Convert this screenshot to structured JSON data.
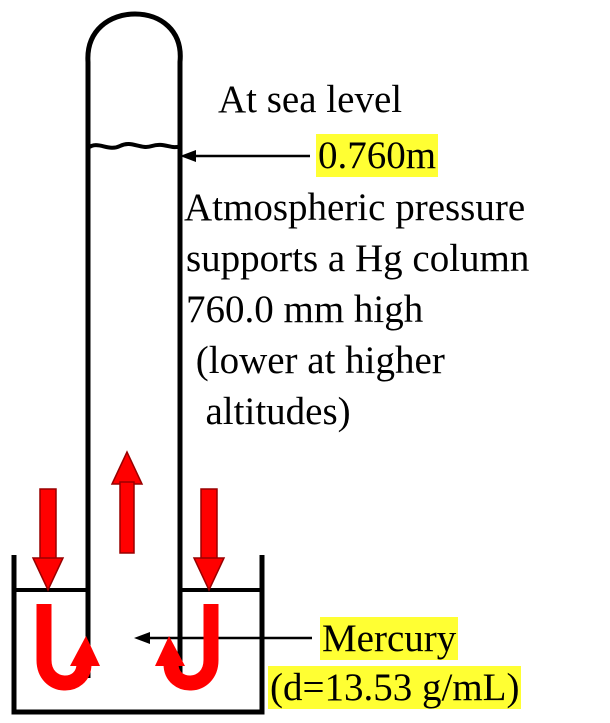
{
  "labels": {
    "sea_level": "At sea level",
    "height_value": "0.760m",
    "pressure_lines": [
      "Atmospheric pressure",
      "supports a Hg column",
      "760.0 mm high",
      " (lower at higher",
      "  altitudes)"
    ],
    "mercury": "Mercury",
    "density": "(d=13.53 g/mL)"
  },
  "colors": {
    "arrow": "#ff0000",
    "highlight": "#ffff33",
    "stroke": "#000000"
  }
}
